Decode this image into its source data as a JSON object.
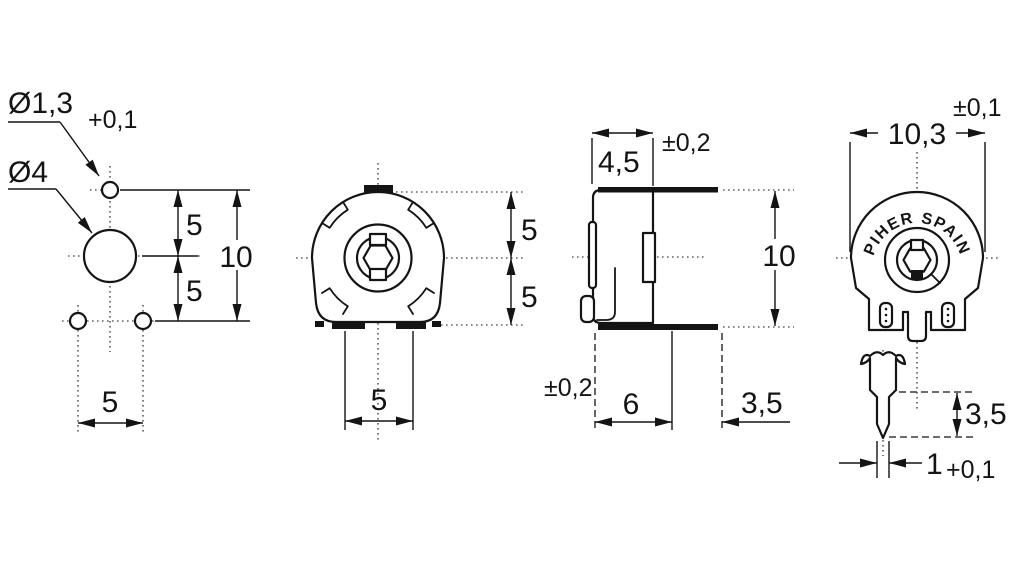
{
  "drawing": {
    "type": "engineering-dimension-drawing",
    "line_color": "#141414",
    "background": "#ffffff"
  },
  "views": {
    "hole_pattern": {
      "d_small": "Ø1,3",
      "d_small_tol": "+0,1",
      "d_large": "Ø4",
      "dim_top": "5",
      "dim_bottom": "5",
      "dim_total": "10",
      "dim_spacing": "5"
    },
    "front": {
      "dim_top": "5",
      "dim_bottom": "5",
      "dim_feet": "5"
    },
    "side": {
      "dim_width": "4,5",
      "tol_width": "±0,2",
      "dim_height": "10",
      "tol_spacing": "±0,2",
      "dim_spacing": "6",
      "dim_tab": "3,5"
    },
    "top": {
      "dim_width": "10,3",
      "tol_width": "±0,1",
      "brand": "PIHER SPAIN"
    },
    "pin": {
      "dim_tip": "3,5",
      "dim_thickness": "1",
      "tol_thickness": "+0,1"
    }
  }
}
